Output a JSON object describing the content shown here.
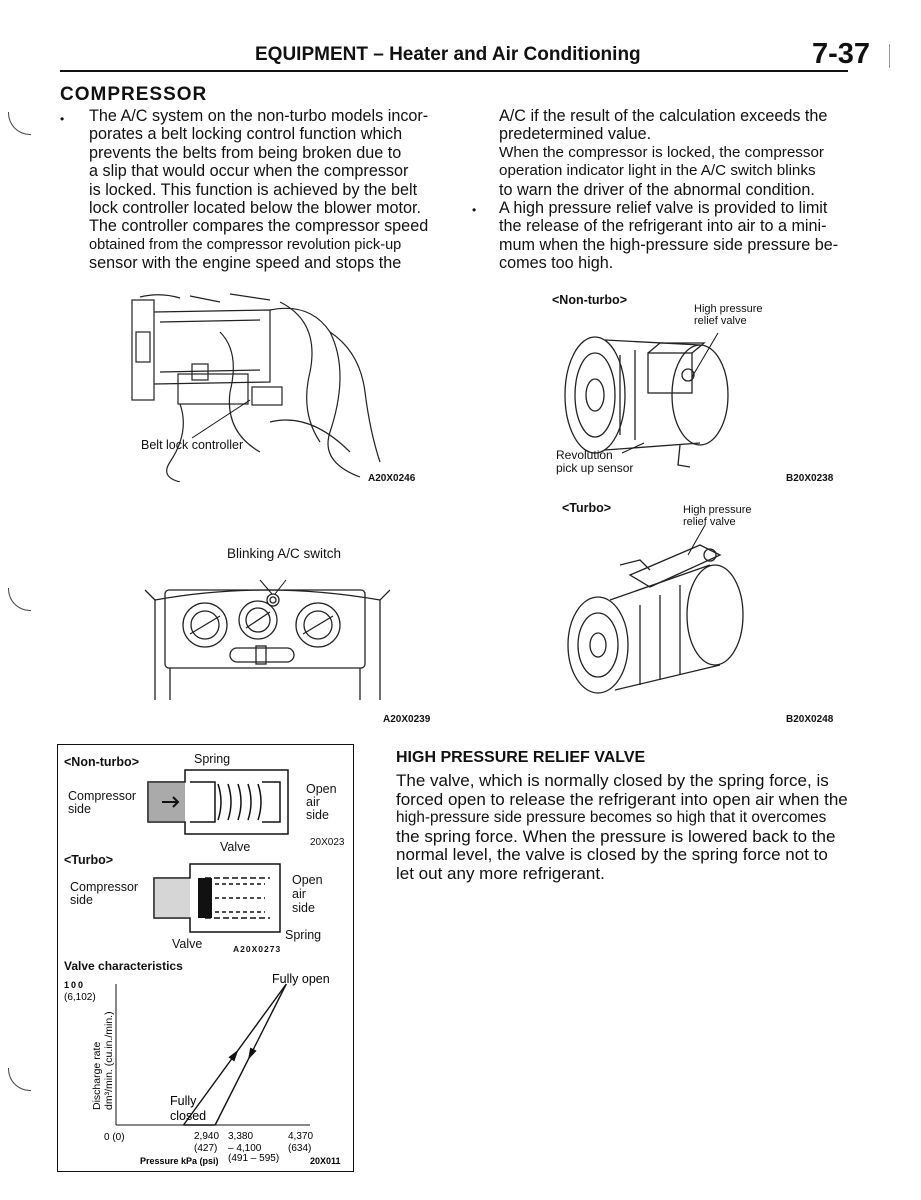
{
  "header": {
    "title": "EQUIPMENT – Heater and Air Conditioning",
    "page": "7-37"
  },
  "section_title": "COMPRESSOR",
  "left_para": [
    "The A/C system on the non-turbo models incor-",
    "porates a belt locking control function which",
    "prevents the belts from being broken due to",
    "a slip that would occur when the compressor",
    "is locked. This function is achieved by the belt",
    "lock controller located below the blower motor.",
    "The controller compares the compressor speed",
    "obtained from the compressor revolution pick-up",
    "sensor with the engine speed and stops the"
  ],
  "right_para1": [
    "A/C if the result of the calculation exceeds the",
    "predetermined  value.",
    "When the compressor is locked, the compressor",
    "operation indicator light in the A/C switch blinks",
    "to warn the driver of the abnormal condition."
  ],
  "right_para2": [
    "A high pressure relief valve is provided to limit",
    "the release of the refrigerant into air to a mini-",
    "mum when the high-pressure side pressure be-",
    "comes too high."
  ],
  "fig_belt": {
    "label": "Belt lock controller",
    "code": "A20X0246"
  },
  "fig_switch": {
    "label": "Blinking A/C switch",
    "code": "A20X0239"
  },
  "fig_nonturbo": {
    "tag": "<Non-turbo>",
    "label1": "High  pressure",
    "label2": "relief  valve",
    "sensor1": "Revolution",
    "sensor2": "pick up sensor",
    "code": "B20X0238"
  },
  "fig_turbo": {
    "tag": "<Turbo>",
    "label1": "High  pressure",
    "label2": "relief  valve",
    "code": "B20X0248"
  },
  "valve_box": {
    "nonturbo_tag": "<Non-turbo>",
    "spring": "Spring",
    "comp_side1": "Compressor",
    "comp_side2": "side",
    "open1": "Open",
    "open2": "air",
    "open3": "side",
    "valve": "Valve",
    "code1": "20X023",
    "turbo_tag": "<Turbo>",
    "t_comp1": "Compressor",
    "t_comp2": "side",
    "t_open1": "Open",
    "t_open2": "air",
    "t_open3": "side",
    "t_spring": "Spring",
    "t_valve": "Valve",
    "code2": "A20X0273",
    "chart_title": "Valve characteristics",
    "code3": "20X011"
  },
  "chart_data": {
    "type": "line",
    "title": "Valve characteristics",
    "ylabel": "Discharge rate dm³/min. (cu.in./min.)",
    "xlabel": "Pressure kPa (psi)",
    "y_ticks": [
      "100 (6,102)",
      "0 (0)"
    ],
    "x_ticks": [
      "2,940 (427)",
      "3,380 – 4,100 (491 – 595)",
      "4,370 (634)"
    ],
    "annotations": [
      "Fully open",
      "Fully closed"
    ],
    "series": [
      {
        "values": [
          [
            2940,
            0
          ],
          [
            4370,
            100
          ]
        ]
      },
      {
        "values": [
          [
            3380,
            0
          ],
          [
            4370,
            100
          ]
        ]
      }
    ],
    "ylim": [
      0,
      100
    ]
  },
  "hp": {
    "title": "HIGH PRESSURE RELIEF VALVE",
    "lines": [
      "The valve, which is normally closed by the spring force, is",
      "forced open to release the refrigerant into open air when the",
      "high-pressure side pressure becomes so high that it overcomes",
      "the spring force. When the pressure is lowered back to the",
      "normal level, the valve is closed by the spring force not to",
      "let out any more refrigerant."
    ]
  },
  "bullet_glyph": "•"
}
